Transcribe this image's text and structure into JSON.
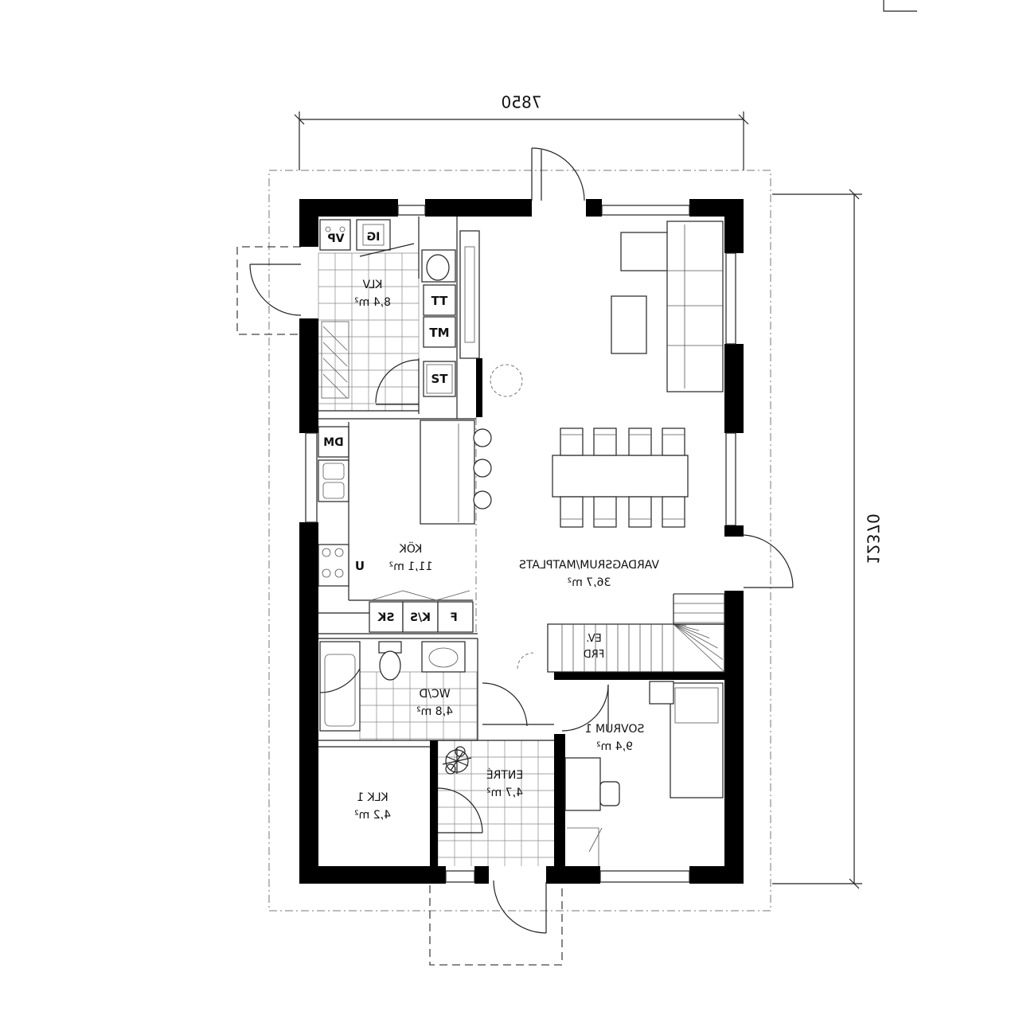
{
  "dimensions": {
    "width_label": "7850",
    "height_label": "12370"
  },
  "rooms": {
    "klv": {
      "name": "KLV",
      "area": "8,4 m²"
    },
    "kok": {
      "name": "KÖK",
      "area": "11,1 m²"
    },
    "vardagsrum": {
      "name": "VARDAGSRUM/MATPLATS",
      "area": "36,7 m²"
    },
    "wcd": {
      "name": "WC/D",
      "area": "4,8 m²"
    },
    "sovrum": {
      "name": "SOVRUM 1",
      "area": "9,4 m²"
    },
    "entre": {
      "name": "ENTRÉ",
      "area": "4,7 m²"
    },
    "klk": {
      "name": "KLK 1",
      "area": "4,2 m²"
    }
  },
  "appliances": {
    "vp": "VP",
    "ig": "IG",
    "tt": "TT",
    "tm": "TM",
    "st": "ST",
    "dm": "DM",
    "u": "U",
    "sk": "SK",
    "ks": "K/S",
    "f": "F"
  },
  "stair_note": {
    "line1": "EV.",
    "line2": "FRD"
  }
}
